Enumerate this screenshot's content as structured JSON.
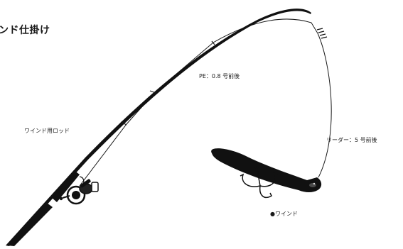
{
  "title": "ンド仕掛け",
  "labels": {
    "rod": "ワインド用ロッド",
    "main_line": "PE：0.8 号前後",
    "leader": "リーダー：5 号前後",
    "lure": "●ワインド"
  },
  "colors": {
    "ink": "#111111",
    "line": "#1a1a1a",
    "text": "#1a1a1a"
  },
  "icons": {
    "reel": "spinning-reel-icon",
    "lure": "wind-lure-icon",
    "hook": "treble-hook-icon",
    "knot": "line-knot-icon"
  }
}
